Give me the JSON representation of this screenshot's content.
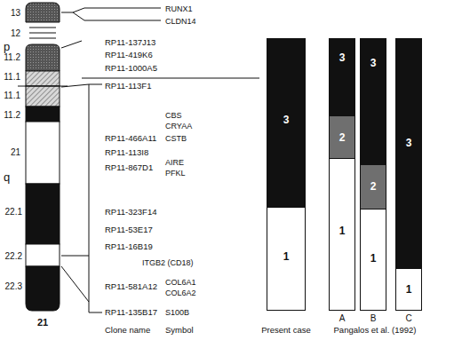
{
  "diagram": {
    "nodes": [
      {
        "text": [
          "3"
        ]
      },
      {
        "text": [
          "1"
        ]
      },
      {
        "text": [
          "3"
        ]
      },
      {
        "text": [
          "2"
        ]
      },
      {
        "text": [
          "1"
        ]
      },
      {
        "text": [
          "3"
        ]
      },
      {
        "text": [
          "2"
        ]
      },
      {
        "text": [
          "1"
        ]
      },
      {
        "text": [
          "3"
        ]
      },
      {
        "text": [
          "1"
        ]
      }
    ],
    "labels": [
      "13",
      "12",
      "p",
      "11.2",
      "11.1",
      "11.1",
      "11.2",
      "21",
      "q",
      "22.1",
      "22.2",
      "22.3",
      "21",
      "RUNX1",
      "CLDN14",
      "RP11-137J13",
      "RP11-419K6",
      "RP11-1000A5",
      "RP11-113F1",
      "CBS",
      "CRYAA",
      "RP11-466A11",
      "CSTB",
      "RP11-113I8",
      "RP11-867D1",
      "AIRE",
      "PFKL",
      "RP11-323F14",
      "RP11-53E17",
      "RP11-16B19",
      "ITGB2 (CD18)",
      "RP11-581A12",
      "COL6A1",
      "COL6A2",
      "RP11-135B17",
      "S100B",
      "Clone name",
      "Symbol",
      "Present case",
      "A",
      "B",
      "C",
      "Pangalos et al. (1992)"
    ]
  }
}
